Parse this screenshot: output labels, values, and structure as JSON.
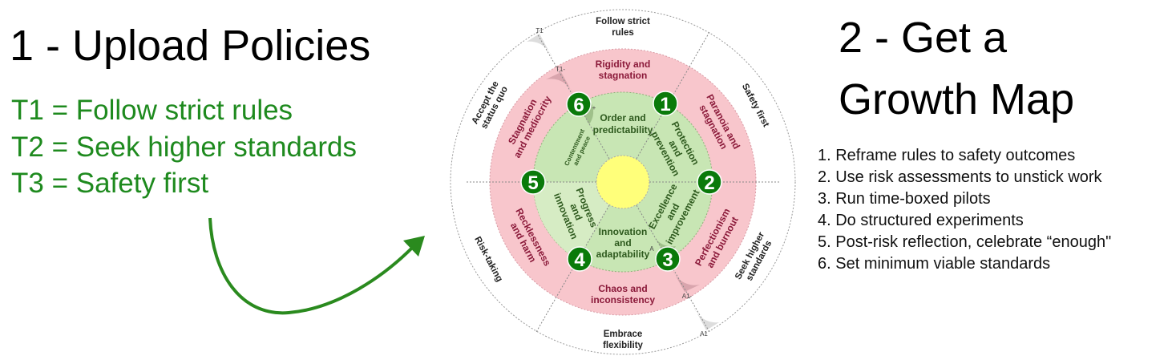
{
  "left": {
    "title": "1 - Upload Policies",
    "policies": [
      "T1 = Follow strict rules",
      "T2 = Seek higher standards",
      "T3 = Safety first"
    ]
  },
  "right": {
    "title_line1": "2 - Get a",
    "title_line2": "Growth Map",
    "steps": [
      "1. Reframe rules to safety outcomes",
      "2. Use risk assessments to unstick work",
      "3. Run time-boxed pilots",
      "4. Do structured experiments",
      "5. Post-risk reflection, celebrate “enough\"",
      "6. Set minimum viable standards"
    ]
  },
  "map": {
    "green": {
      "top": [
        "Order and",
        "predictability"
      ],
      "upper_right": [
        "Protection",
        "and",
        "prevention"
      ],
      "lower_right": [
        "Excellence",
        "and",
        "improvement"
      ],
      "bottom": [
        "Innovation",
        "and",
        "adaptability"
      ],
      "lower_left": [
        "Progress",
        "and",
        "innovation"
      ],
      "upper_left": [
        "Contentment",
        "and peace"
      ]
    },
    "pink": {
      "top": [
        "Rigidity and",
        "stagnation"
      ],
      "upper_right": [
        "Paranoia and",
        "stagnation"
      ],
      "lower_right": [
        "Perfectionism",
        "and burnout"
      ],
      "bottom": [
        "Chaos and",
        "inconsistency"
      ],
      "lower_left": [
        "Recklessness",
        "and harm"
      ],
      "upper_left": [
        "Stagnation",
        "and mediocrity"
      ]
    },
    "outer": {
      "top": [
        "Follow strict",
        "rules"
      ],
      "upper_right": [
        "Safety first"
      ],
      "lower_right": [
        "Seek higher",
        "standards"
      ],
      "bottom": [
        "Embrace",
        "flexibility"
      ],
      "lower_left": [
        "Risk-taking"
      ],
      "upper_left": [
        "Accept the",
        "status quo"
      ]
    },
    "badges": [
      "1",
      "2",
      "3",
      "4",
      "5",
      "6"
    ],
    "tags": {
      "t1": "T1",
      "t1_minus": "T1-",
      "a1": "A1",
      "a1_minus": "A1-",
      "a": "A",
      "plus": "+"
    },
    "colors": {
      "green": "#c8e6b4",
      "pink": "#f8c6cc",
      "yellow": "#ffff7a",
      "badge": "#0a7a0a",
      "arrow": "#2a8a1e"
    }
  }
}
